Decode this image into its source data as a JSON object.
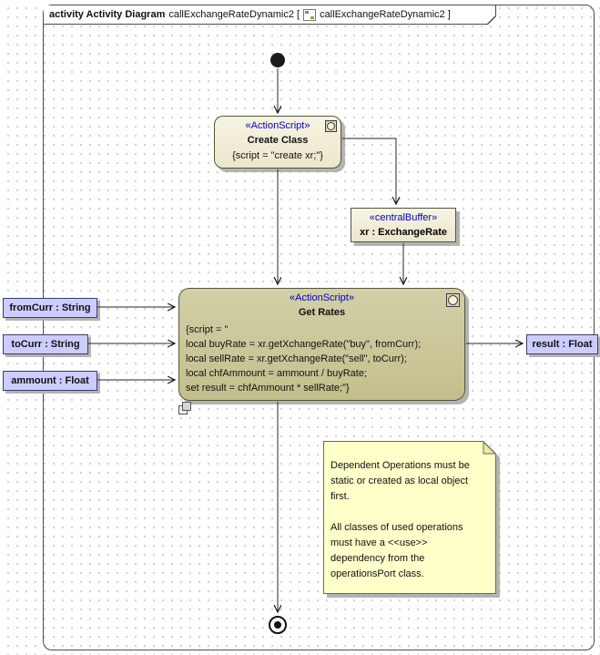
{
  "frame": {
    "keyword": "activity Activity Diagram",
    "name_part": "callExchangeRateDynamic2 [",
    "diagram_ref": "callExchangeRateDynamic2 ]"
  },
  "nodes": {
    "create_class": {
      "stereotype": "«ActionScript»",
      "name": "Create Class",
      "body": "{script = \"create xr;\"}"
    },
    "central_buffer": {
      "stereotype": "«centralBuffer»",
      "name": "xr : ExchangeRate"
    },
    "get_rates": {
      "stereotype": "«ActionScript»",
      "name": "Get Rates",
      "body": [
        "{script = \"",
        "local buyRate = xr.getXchangeRate(\"buy\", fromCurr);",
        "local sellRate = xr.getXchangeRate(\"sell\", toCurr);",
        "local chfAmmount = ammount / buyRate;",
        "set result = chfAmmount * sellRate;\"}"
      ]
    },
    "param_fromcurr": {
      "label": "fromCurr : String"
    },
    "param_tocurr": {
      "label": "toCurr : String"
    },
    "param_ammount": {
      "label": "ammount : Float"
    },
    "param_result": {
      "label": "result : Float"
    }
  },
  "note": {
    "text": [
      "Dependent Operations must be",
      "static or created as local object",
      "first.",
      "",
      "All classes of used operations",
      "must have a <<use>>",
      "dependency from the",
      "operationsPort class."
    ]
  },
  "colors": {
    "stereotype_text": "#0000c8",
    "action_fill_light": "#f2efdb",
    "action_fill_dark": "#cac694",
    "buffer_fill": "#f2efdb",
    "object_node_fill": "#ccccfe",
    "note_fill": "#ffffca",
    "shadow": "#b3b3b3"
  }
}
